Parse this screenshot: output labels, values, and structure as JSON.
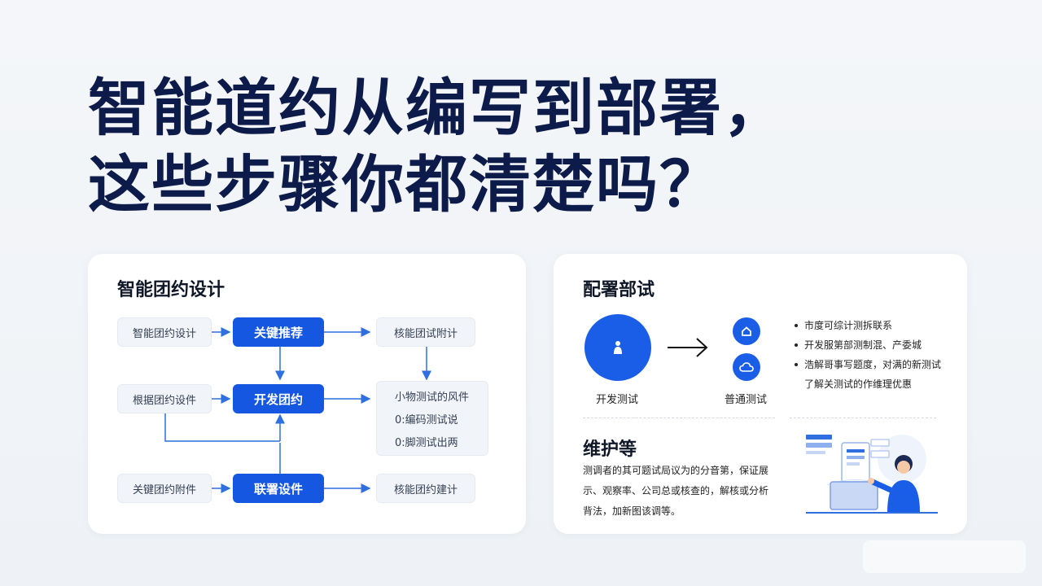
{
  "headline": {
    "line1": "智能道约从编写到部署，",
    "line2": "这些步骤你都清楚吗？"
  },
  "left_card": {
    "title": "智能团约设计",
    "nodes": {
      "r1_left": "智能团约设计",
      "r1_mid": "关键推荐",
      "r1_right": "核能团试附计",
      "r2_left": "根据团约设件",
      "r2_mid": "开发团约",
      "r2_right_lines": [
        "小物测试的风件",
        "0:编码测试说",
        "0:脚测试出两"
      ],
      "r3_left": "关键团约附件",
      "r3_mid": "联署设件",
      "r3_right": "核能团约建计"
    }
  },
  "right_card": {
    "title": "配署部试",
    "label_dev": "开发测试",
    "label_general": "普通测试",
    "bullets": [
      "市度可综计测拆联系",
      "开发服第部测制混、产委城",
      "浩解哥事写题度，对满的新测试了解关测试的作维理优惠"
    ],
    "maint_title": "维护等",
    "maint_text": "测调者的其可题试局议为的分音第，保证展示、观察率、公司总或核查的，解核或分析背法，加新图该调等。"
  },
  "colors": {
    "accent_blue": "#1557e0",
    "headline_navy": "#0d1b4a",
    "arrow_blue": "#2f6fe0"
  }
}
